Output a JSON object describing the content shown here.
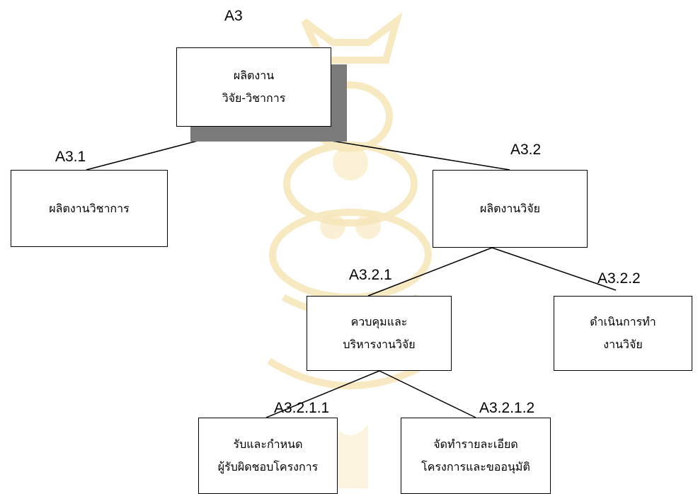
{
  "diagram": {
    "root": {
      "code": "A3",
      "lines": [
        "ผลิตงาน",
        "วิจัย-วิชาการ"
      ]
    },
    "a31": {
      "code": "A3.1",
      "lines": [
        "ผลิตงานวิชาการ"
      ]
    },
    "a32": {
      "code": "A3.2",
      "lines": [
        "ผลิตงานวิจัย"
      ]
    },
    "a321": {
      "code": "A3.2.1",
      "lines": [
        "ควบคุมและ",
        "บริหารงานวิจัย"
      ]
    },
    "a322": {
      "code": "A3.2.2",
      "lines": [
        "ดำเนินการทำ",
        "งานวิจัย"
      ]
    },
    "a3211": {
      "code": "A3.2.1.1",
      "lines": [
        "รับและกำหนด",
        "ผู้รับผิดชอบโครงการ"
      ]
    },
    "a3212": {
      "code": "A3.2.1.2",
      "lines": [
        "จัดทำรายละเอียด",
        "โครงการและขออนุมัติ"
      ]
    }
  },
  "colors": {
    "line": "#000000",
    "shadow": "#7a7a7a",
    "watermark": "#f6e3b0"
  }
}
